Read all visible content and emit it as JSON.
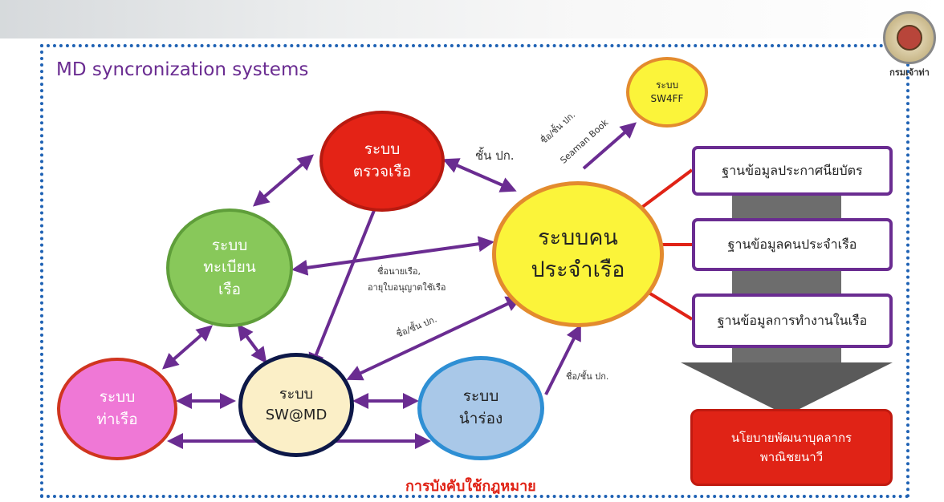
{
  "title": "MD syncronization systems",
  "footer": "การบังคับใช้กฎหมาย",
  "colors": {
    "frame": "#1f62b4",
    "arrow": "#6a2c91",
    "connector": "#e02316",
    "accent_red": "#e02316"
  },
  "nodes": {
    "inspection": {
      "lines": [
        "ระบบ",
        "ตรวจเรือ"
      ]
    },
    "registration": {
      "lines": [
        "ระบบ",
        "ทะเบียน",
        "เรือ"
      ]
    },
    "crew": {
      "lines": [
        "ระบบคน",
        "ประจำเรือ"
      ]
    },
    "sw4ff": {
      "lines": [
        "ระบบ",
        "SW4FF"
      ]
    },
    "port": {
      "lines": [
        "ระบบ",
        "ท่าเรือ"
      ]
    },
    "swmd": {
      "lines": [
        "ระบบ",
        "SW@MD"
      ]
    },
    "pilot": {
      "lines": [
        "ระบบ",
        "นำร่อง"
      ]
    }
  },
  "edge_labels": {
    "inspection_crew": "ชั้น ปก.",
    "crew_sw4ff_1": "ชื่อ/ชั้น ปก.",
    "crew_sw4ff_2": "Seaman Book",
    "registration_crew_1": "ชื่อนายเรือ,",
    "registration_crew_2": "อายุใบอนุญาตใช้เรือ",
    "swmd_crew": "ชื่อ/ชั้น ปก.",
    "pilot_crew": "ชื่อ/ชั้น ปก."
  },
  "databases": [
    "ฐานข้อมูลประกาศนียบัตร",
    "ฐานข้อมูลคนประจำเรือ",
    "ฐานข้อมูลการทำงานในเรือ"
  ],
  "policy": {
    "lines": [
      "นโยบายพัฒนาบุคลากร",
      "พาณิชยนาวี"
    ]
  },
  "seal": {
    "text": "กรมเจ้าท่า"
  }
}
